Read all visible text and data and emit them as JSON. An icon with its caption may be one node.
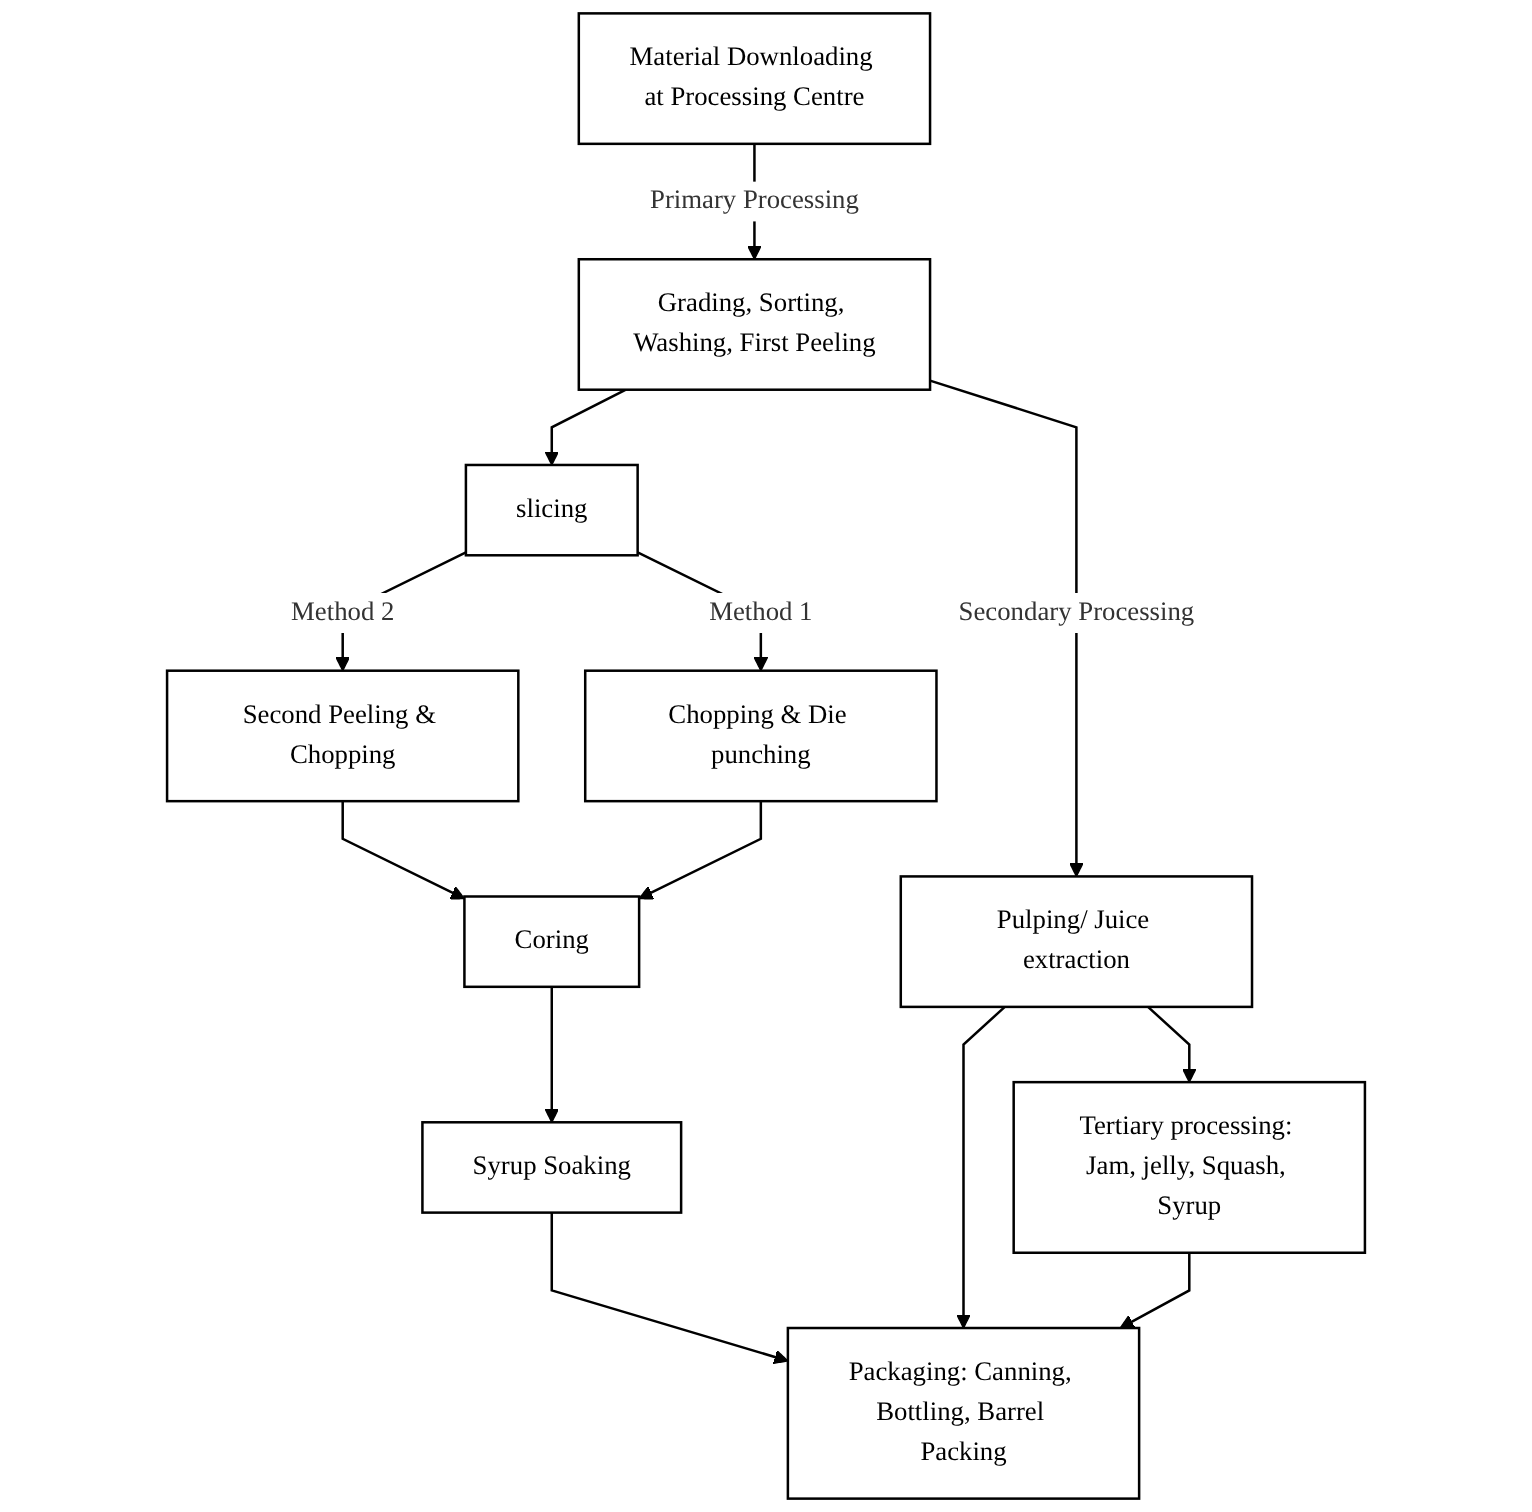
{
  "diagram": {
    "nodes": [
      {
        "text": [
          "Material Downloading at Processing Centre"
        ]
      },
      {
        "text": [
          "Grading, Sorting, Washing, First Peeling"
        ]
      },
      {
        "text": [
          "slicing"
        ]
      },
      {
        "text": [
          "Second Peeling & Chopping"
        ]
      },
      {
        "text": [
          "Pulping/ Juice extraction"
        ]
      },
      {
        "text": [
          "Chopping & Die punching"
        ]
      },
      {
        "text": [
          "Coring"
        ]
      },
      {
        "text": [
          "Syrup Soaking"
        ]
      },
      {
        "text": [
          "Tertiary processing: Jam, jelly, Squash, Syrup"
        ]
      },
      {
        "text": [
          "Packaging: Canning, Bottling, Barrel Packing"
        ]
      }
    ],
    "edges": [
      {
        "from": 0,
        "to": 1,
        "arrow": "to",
        "label": "Primary Processing"
      },
      {
        "from": 1,
        "to": 2,
        "arrow": "to"
      },
      {
        "from": 1,
        "to": 4,
        "arrow": "to",
        "label": "Secondary Processing"
      },
      {
        "from": 2,
        "to": 3,
        "arrow": "to",
        "label": "Method 2"
      },
      {
        "from": 2,
        "to": 5,
        "arrow": "to",
        "label": "Method 1"
      },
      {
        "from": 3,
        "to": 6,
        "arrow": "to"
      },
      {
        "from": 5,
        "to": 6,
        "arrow": "to"
      },
      {
        "from": 6,
        "to": 7,
        "arrow": "to"
      },
      {
        "from": 7,
        "to": 9,
        "arrow": "to"
      },
      {
        "from": 4,
        "to": 8,
        "arrow": "to"
      },
      {
        "from": 4,
        "to": 9,
        "arrow": "to"
      },
      {
        "from": 8,
        "to": 9,
        "arrow": "to"
      }
    ]
  }
}
